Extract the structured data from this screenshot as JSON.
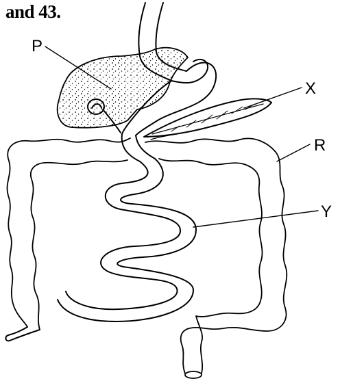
{
  "caption": "and 43.",
  "labels": {
    "p": "P",
    "x": "X",
    "r": "R",
    "y": "Y"
  }
}
